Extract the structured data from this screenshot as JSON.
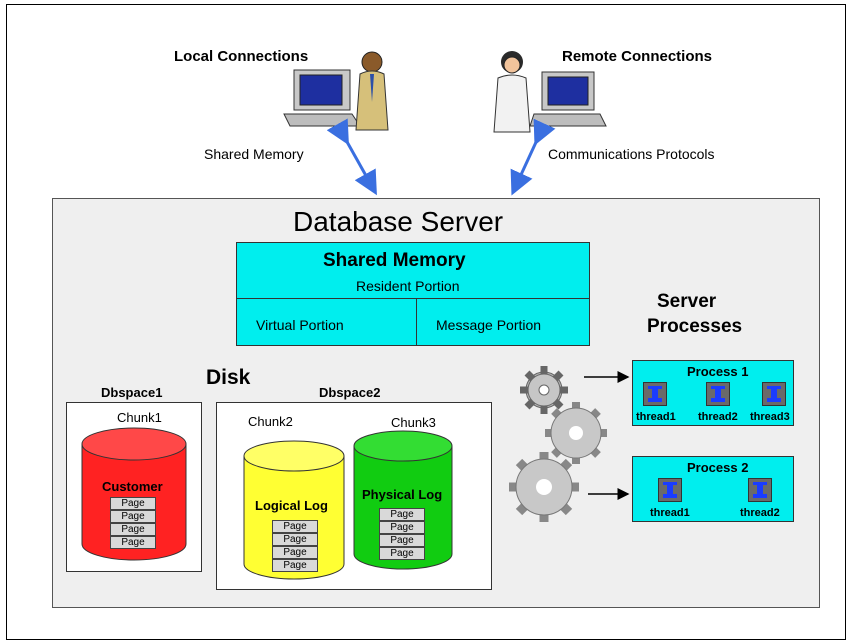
{
  "connections": {
    "local_label": "Local Connections",
    "remote_label": "Remote Connections",
    "shared_memory_label": "Shared Memory",
    "protocols_label": "Communications Protocols"
  },
  "server": {
    "title": "Database Server",
    "shared_memory": {
      "title": "Shared Memory",
      "resident": "Resident Portion",
      "virtual": "Virtual Portion",
      "message": "Message Portion"
    },
    "processes_title_line1": "Server",
    "processes_title_line2": "Processes",
    "processes": [
      {
        "name": "Process 1",
        "threads": [
          "thread1",
          "thread2",
          "thread3"
        ]
      },
      {
        "name": "Process 2",
        "threads": [
          "thread1",
          "thread2"
        ]
      }
    ],
    "disk_label": "Disk",
    "dbspace1": {
      "label": "Dbspace1",
      "chunk": "Chunk1",
      "table": "Customer",
      "pages": [
        "Page",
        "Page",
        "Page",
        "Page"
      ]
    },
    "dbspace2": {
      "label": "Dbspace2",
      "chunk2": "Chunk2",
      "chunk3": "Chunk3",
      "logical_log": "Logical Log",
      "physical_log": "Physical Log",
      "logical_pages": [
        "Page",
        "Page",
        "Page",
        "Page"
      ],
      "physical_pages": [
        "Page",
        "Page",
        "Page",
        "Page"
      ]
    }
  },
  "colors": {
    "cyan": "#00eeee",
    "red": "#ff2222",
    "yellow": "#ffff33",
    "green": "#11cc11",
    "thread_blue": "#1a3cff",
    "arrow_blue": "#3a6fe0"
  }
}
